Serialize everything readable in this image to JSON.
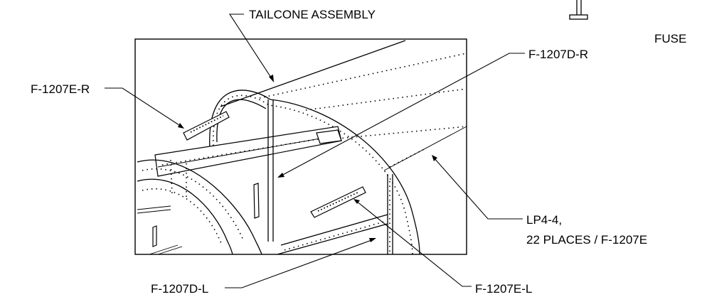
{
  "labels": {
    "tailcone_assembly": "TAILCONE ASSEMBLY",
    "fuse": "FUSE",
    "f1207d_r": "F-1207D-R",
    "f1207e_r": "F-1207E-R",
    "lp4_line1": "LP4-4,",
    "lp4_line2": "22 PLACES / F-1207E",
    "f1207d_l": "F-1207D-L",
    "f1207e_l": "F-1207E-L"
  }
}
